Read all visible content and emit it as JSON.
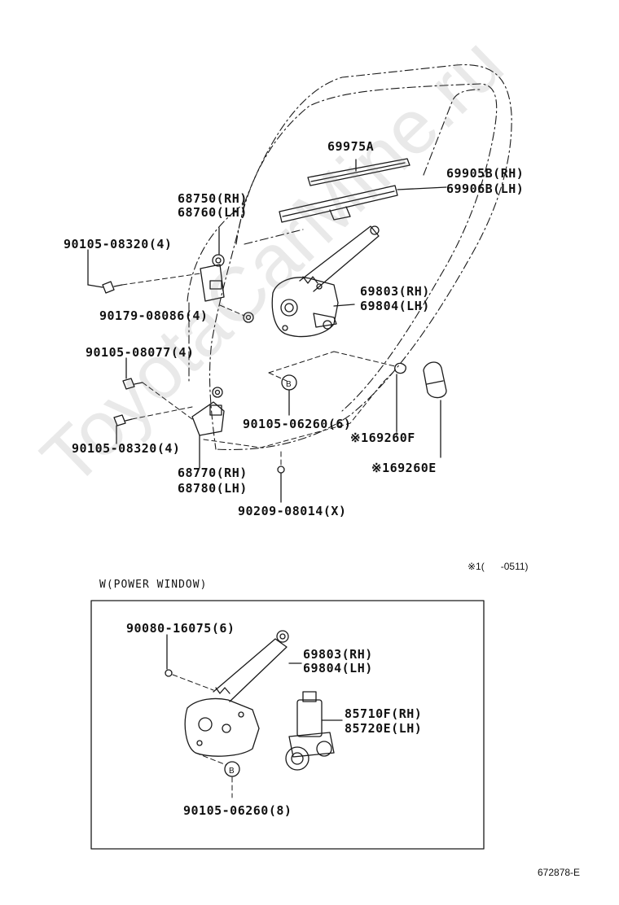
{
  "labels": {
    "p69975A": "69975A",
    "p69905B": "69905B(RH)",
    "p69906B": "69906B(LH)",
    "p68750": "68750(RH)",
    "p68760": "68760(LH)",
    "b90105_08320_top": "90105-08320(4)",
    "p69803_top": "69803(RH)",
    "p69804_top": "69804(LH)",
    "b90179_08086": "90179-08086(4)",
    "b90105_08077": "90105-08077(4)",
    "b90105_06260_top": "90105-06260(6)",
    "p69260F": "※169260F",
    "b90105_08320_bottom": "90105-08320(4)",
    "p69260E": "※169260E",
    "p68770": "68770(RH)",
    "p68780": "68780(LH)",
    "b90209_08014": "90209-08014(X)",
    "footnote": "※1(      -0511)",
    "b90080_16075": "90080-16075(6)",
    "p69803_pw": "69803(RH)",
    "p69804_pw": "69804(LH)",
    "p85710F": "85710F(RH)",
    "p85720E": "85720E(LH)",
    "b90105_06260_pw": "90105-06260(8)",
    "diagram_id": "672878-E"
  },
  "section": {
    "title": "W(POWER WINDOW)"
  },
  "callouts": {
    "b_top": "B",
    "b_pw": "B"
  },
  "watermark": "ToyotaCarMine.ru",
  "colors": {
    "line": "#1a1a1a",
    "watermark": "#9a9a9a"
  }
}
